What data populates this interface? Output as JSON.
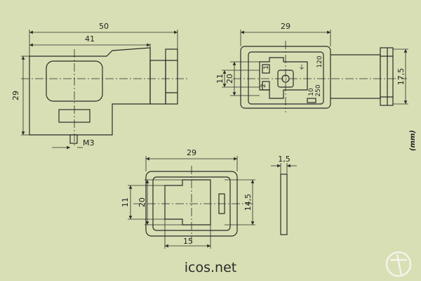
{
  "colors": {
    "background": "#d9dfb4",
    "line": "#2a2a2a",
    "body_fill": "#d9dfb4"
  },
  "side_view": {
    "overall_length": "50",
    "body_length": "41",
    "height": "29",
    "thread": "M3"
  },
  "front_view": {
    "width": "29",
    "inner_height_11": "11",
    "outer_height_20": "20",
    "cable_gland": "17,5",
    "pin_1": "1",
    "pin_2": "2",
    "pin_ground": "⏚",
    "label_120": "120",
    "label_10": "10",
    "label_250": "250"
  },
  "gasket_view": {
    "width": "29",
    "inner_height_11": "11",
    "outer_height_20": "20",
    "slot_height": "14,5",
    "window_width": "15"
  },
  "thickness_view": {
    "thickness": "1,5"
  },
  "units_label": "(mm)",
  "site": "icos.net",
  "logo_icon": "icos-logo-icon"
}
